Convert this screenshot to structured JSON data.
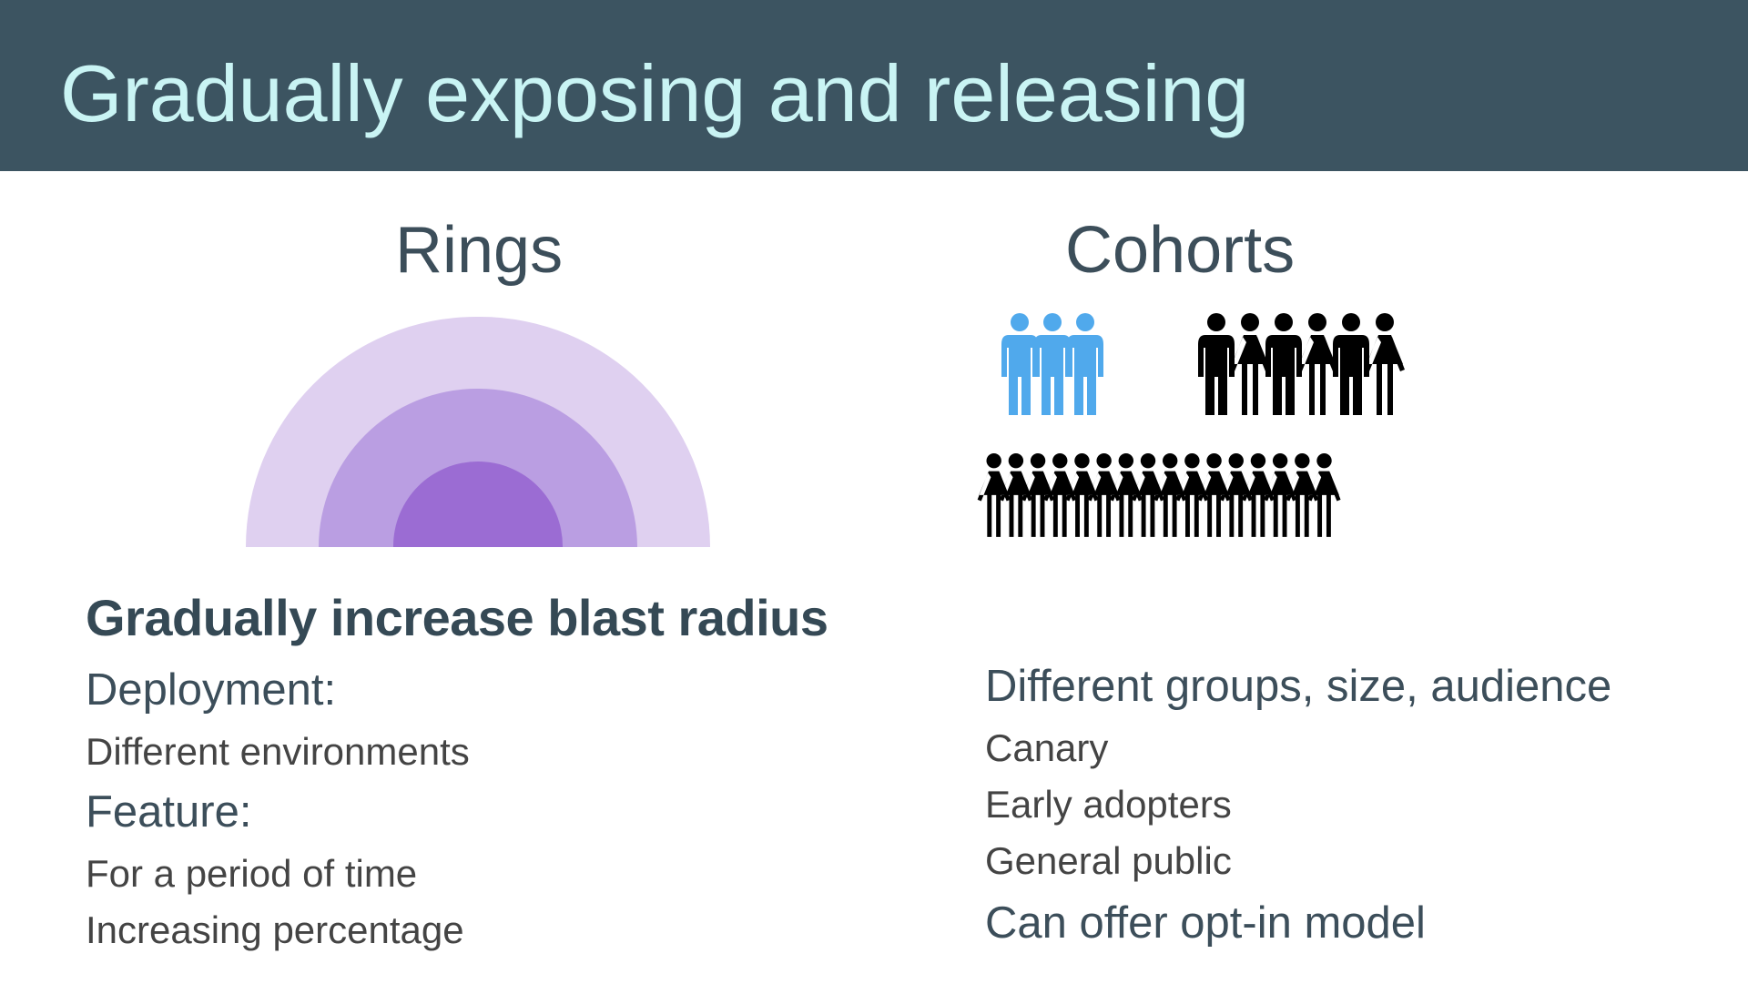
{
  "slide": {
    "title": "Gradually exposing and releasing"
  },
  "rings": {
    "heading": "Rings",
    "colors": {
      "outer": "#dfd0f0",
      "middle": "#ba9ee2",
      "inner": "#9b6cd3"
    }
  },
  "cohorts": {
    "heading": "Cohorts",
    "groups": [
      {
        "icon": "people-group-icon",
        "count": 3,
        "color": "#50a9ec"
      },
      {
        "icon": "people-group-icon",
        "count": 6,
        "color": "#000000"
      },
      {
        "icon": "people-group-icon",
        "count": 16,
        "color": "#000000"
      }
    ]
  },
  "left_text": {
    "heading": "Gradually increase blast radius",
    "deployment_label": "Deployment:",
    "deployment_item": "Different environments",
    "feature_label": "Feature:",
    "feature_items": [
      "For a period of time",
      "Increasing percentage"
    ]
  },
  "right_text": {
    "heading": "Different groups, size, audience",
    "items": [
      "Canary",
      "Early adopters",
      "General public"
    ],
    "optin": "Can offer opt-in model"
  },
  "colors": {
    "title_bar": "#3c5461",
    "title_text": "#c9f4f4",
    "body_text": "#3c4e5a"
  }
}
